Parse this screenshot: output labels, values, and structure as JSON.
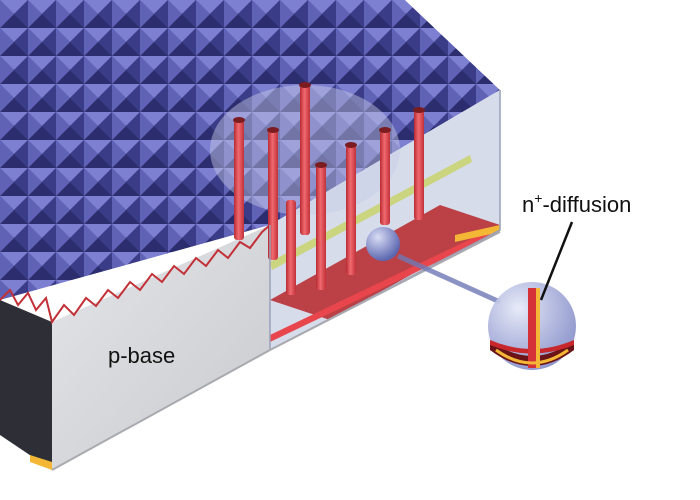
{
  "labels": {
    "p_base": "p-base",
    "n_diffusion_base": "n",
    "n_diffusion_sup": "+",
    "n_diffusion_suffix": "-diffusion"
  },
  "colors": {
    "pyramid_light": "#7d7fd0",
    "pyramid_mid": "#5557a8",
    "pyramid_dark": "#2b2d6e",
    "side_face": "#d8d9dd",
    "base_dark": "#2e2f36",
    "diffusion_red": "#e8464c",
    "emitter_red": "#c8282c",
    "accent_yellow": "#f3b735",
    "cutaway_glass": "#cfd6e6",
    "bubble_blue": "#8f99cf"
  }
}
